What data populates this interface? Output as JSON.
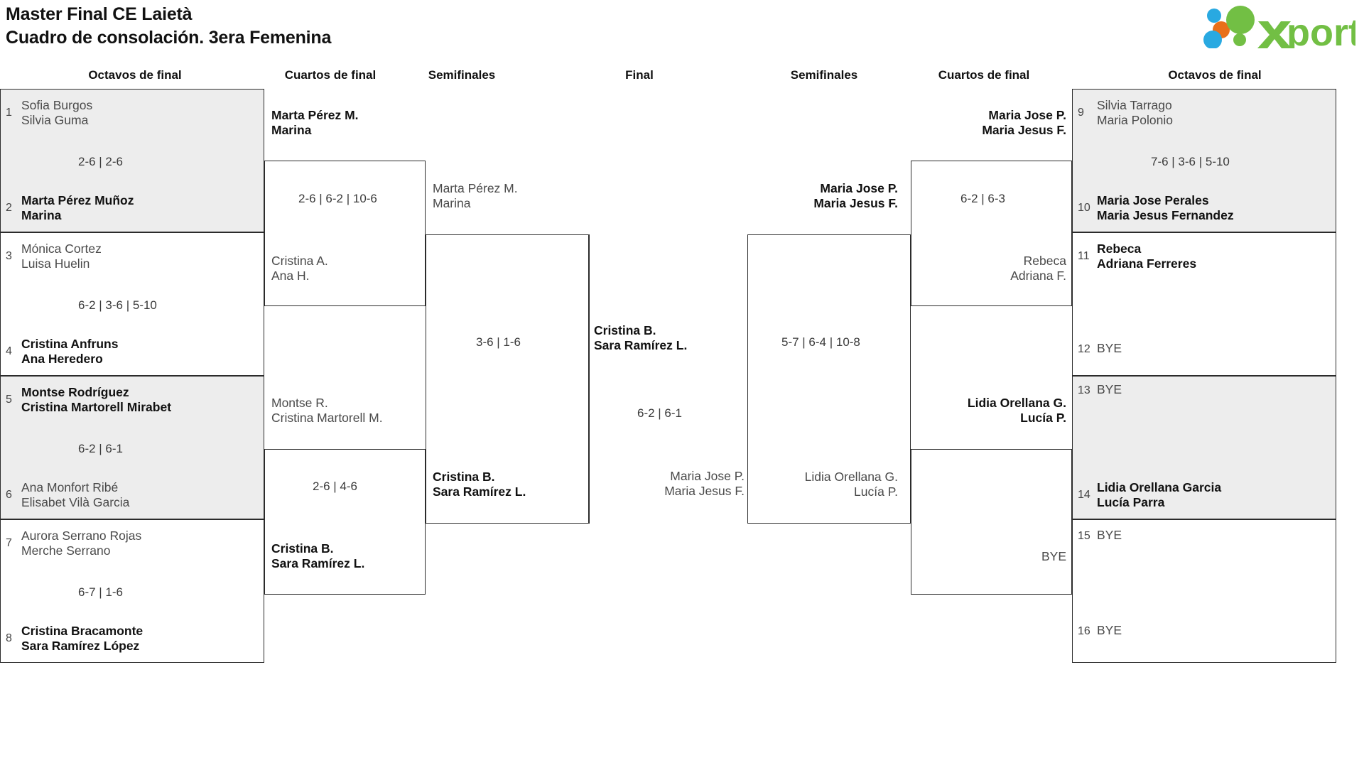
{
  "header": {
    "title_line1": "Master Final CE Laietà",
    "title_line2": "Cuadro de consolación. 3era Femenina",
    "logo_text": "xporty",
    "logo_colors": {
      "green": "#72bf44",
      "orange": "#e8701a",
      "blue": "#29a9e1"
    }
  },
  "round_headers": [
    {
      "label": "Octavos de final"
    },
    {
      "label": "Cuartos de final"
    },
    {
      "label": "Semifinales"
    },
    {
      "label": "Final"
    },
    {
      "label": "Semifinales"
    },
    {
      "label": "Cuartos de final"
    },
    {
      "label": "Octavos de final"
    }
  ],
  "bracket": {
    "left_r16": [
      {
        "seed": "1",
        "p1": "Sofia Burgos",
        "p2": "Silvia Guma",
        "winner": false
      },
      {
        "seed": "2",
        "p1": "Marta Pérez Muñoz",
        "p2": "Marina",
        "winner": true
      },
      {
        "seed": "3",
        "p1": "Mónica Cortez",
        "p2": "Luisa Huelin",
        "winner": false
      },
      {
        "seed": "4",
        "p1": "Cristina Anfruns",
        "p2": "Ana Heredero",
        "winner": true
      },
      {
        "seed": "5",
        "p1": "Montse Rodríguez",
        "p2": "Cristina Martorell Mirabet",
        "winner": true
      },
      {
        "seed": "6",
        "p1": "Ana Monfort Ribé",
        "p2": "Elisabet Vilà Garcia",
        "winner": false
      },
      {
        "seed": "7",
        "p1": "Aurora Serrano Rojas",
        "p2": "Merche Serrano",
        "winner": false
      },
      {
        "seed": "8",
        "p1": "Cristina Bracamonte",
        "p2": "Sara Ramírez López",
        "winner": true
      }
    ],
    "left_r16_scores": [
      {
        "value": "2-6 | 2-6"
      },
      {
        "value": "6-2 | 3-6 | 5-10"
      },
      {
        "value": "6-2 | 6-1"
      },
      {
        "value": "6-7 | 1-6"
      }
    ],
    "left_qf": [
      {
        "p1": "Marta Pérez M.",
        "p2": "Marina",
        "winner": true
      },
      {
        "p1": "Cristina A.",
        "p2": "Ana H.",
        "winner": false
      },
      {
        "p1": "Montse R.",
        "p2": "Cristina Martorell M.",
        "winner": false
      },
      {
        "p1": "Cristina B.",
        "p2": "Sara Ramírez L.",
        "winner": true
      }
    ],
    "left_qf_scores": [
      {
        "value": "2-6 | 6-2 | 10-6"
      },
      {
        "value": "2-6 | 4-6"
      }
    ],
    "left_sf": [
      {
        "p1": "Marta Pérez M.",
        "p2": "Marina",
        "winner": false
      },
      {
        "p1": "Cristina B.",
        "p2": "Sara Ramírez L.",
        "winner": true
      }
    ],
    "left_sf_scores": [
      {
        "value": "3-6 | 1-6"
      }
    ],
    "final": [
      {
        "p1": "Cristina B.",
        "p2": "Sara Ramírez L.",
        "winner": true
      },
      {
        "p1": "Maria Jose P.",
        "p2": "Maria Jesus F.",
        "winner": false
      }
    ],
    "final_scores": [
      {
        "value": "6-2 | 6-1"
      }
    ],
    "right_sf": [
      {
        "p1": "Maria Jose P.",
        "p2": "Maria Jesus F.",
        "winner": true
      },
      {
        "p1": "Lidia Orellana G.",
        "p2": "Lucía P.",
        "winner": false
      }
    ],
    "right_sf_scores": [
      {
        "value": "5-7 | 6-4 | 10-8"
      }
    ],
    "right_qf": [
      {
        "p1": "Maria Jose P.",
        "p2": "Maria Jesus F.",
        "winner": true
      },
      {
        "p1": "Rebeca",
        "p2": "Adriana F.",
        "winner": false
      },
      {
        "p1": "Lidia Orellana G.",
        "p2": "Lucía P.",
        "winner": true
      },
      {
        "p1": "BYE",
        "p2": "",
        "winner": false
      }
    ],
    "right_qf_scores": [
      {
        "value": "6-2 | 6-3"
      }
    ],
    "right_r16": [
      {
        "seed": "9",
        "p1": "Silvia Tarrago",
        "p2": "Maria Polonio",
        "winner": false
      },
      {
        "seed": "10",
        "p1": "Maria Jose Perales",
        "p2": "Maria Jesus Fernandez",
        "winner": true
      },
      {
        "seed": "11",
        "p1": "Rebeca",
        "p2": "Adriana Ferreres",
        "winner": true
      },
      {
        "seed": "12",
        "p1": "BYE",
        "p2": "",
        "winner": false
      },
      {
        "seed": "13",
        "p1": "BYE",
        "p2": "",
        "winner": false
      },
      {
        "seed": "14",
        "p1": "Lidia Orellana Garcia",
        "p2": "Lucía Parra",
        "winner": true
      },
      {
        "seed": "15",
        "p1": "BYE",
        "p2": "",
        "winner": false
      },
      {
        "seed": "16",
        "p1": "BYE",
        "p2": "",
        "winner": false
      }
    ],
    "right_r16_scores": [
      {
        "value": "7-6 | 3-6 | 5-10"
      }
    ]
  }
}
